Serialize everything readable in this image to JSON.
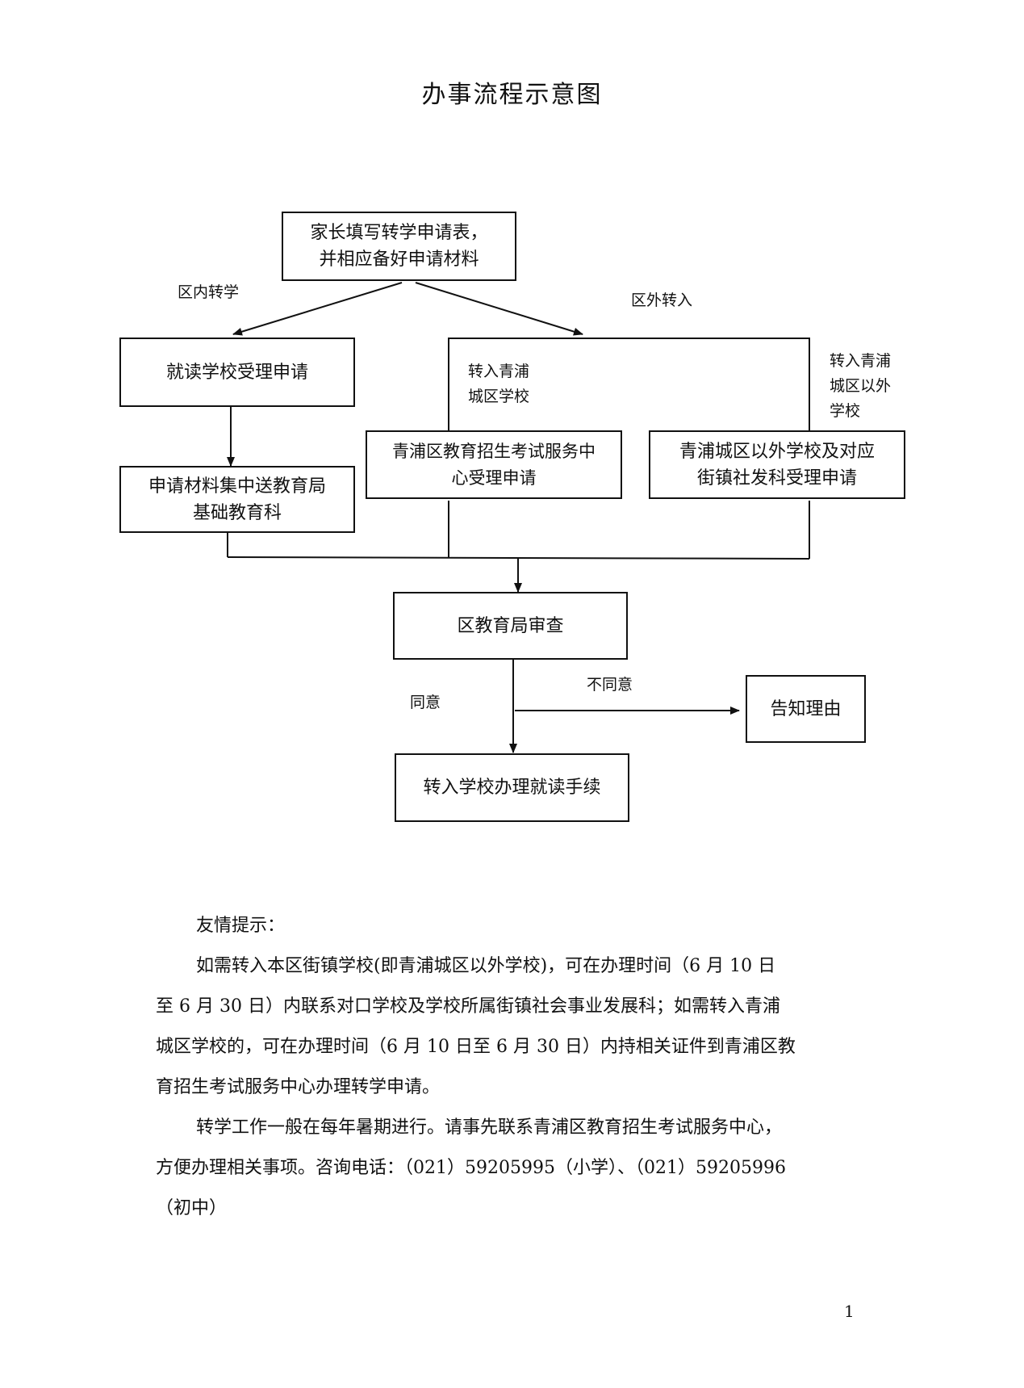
{
  "title": "办事流程示意图",
  "flowchart": {
    "start": [
      "家长填写转学申请表，",
      "并相应备好申请材料"
    ],
    "branch_left_label": "区内转学",
    "branch_right_label": "区外转入",
    "school_accept": "就读学校受理申请",
    "materials": [
      "申请材料集中送教育局",
      "基础教育科"
    ],
    "sub_label_city": [
      "转入青浦",
      "城区学校"
    ],
    "sub_label_outside": [
      "转入青浦",
      "城区以外",
      "学校"
    ],
    "center_accept": [
      "青浦区教育招生考试服务中",
      "心受理申请"
    ],
    "town_accept": [
      "青浦城区以外学校及对应",
      "街镇社发科受理申请"
    ],
    "review": "区教育局审查",
    "agree_label": "同意",
    "disagree_label": "不同意",
    "notify": "告知理由",
    "final": "转入学校办理就读手续"
  },
  "tips": {
    "heading": "友情提示：",
    "line1": "如需转入本区街镇学校(即青浦城区以外学校)，可在办理时间（6 月 10 日",
    "line2": "至 6 月 30 日）内联系对口学校及学校所属街镇社会事业发展科；如需转入青浦",
    "line3": "城区学校的，可在办理时间（6 月 10 日至 6 月 30 日）内持相关证件到青浦区教",
    "line4": "育招生考试服务中心办理转学申请。",
    "line5": "转学工作一般在每年暑期进行。请事先联系青浦区教育招生考试服务中心，",
    "line6": "方便办理相关事项。咨询电话：（021）59205995（小学）、（021）59205996",
    "line7": "（初中）"
  },
  "page_number": "1"
}
